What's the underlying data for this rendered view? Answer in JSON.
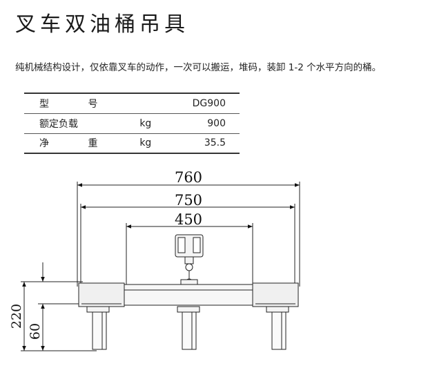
{
  "title": "叉车双油桶吊具",
  "description": "纯机械结构设计，仅依靠叉车的动作，一次可以搬运，堆码，装卸 1-2 个水平方向的桶。",
  "spec_table": [
    {
      "label": "型 号",
      "unit": "",
      "value": "DG900"
    },
    {
      "label": "额定负载",
      "unit": "kg",
      "value": "900"
    },
    {
      "label": "净 重",
      "unit": "kg",
      "value": "35.5"
    }
  ],
  "dimensions": {
    "width_outer": "760",
    "width_inner": "750",
    "width_center": "450",
    "height_total": "220",
    "height_base": "60"
  }
}
